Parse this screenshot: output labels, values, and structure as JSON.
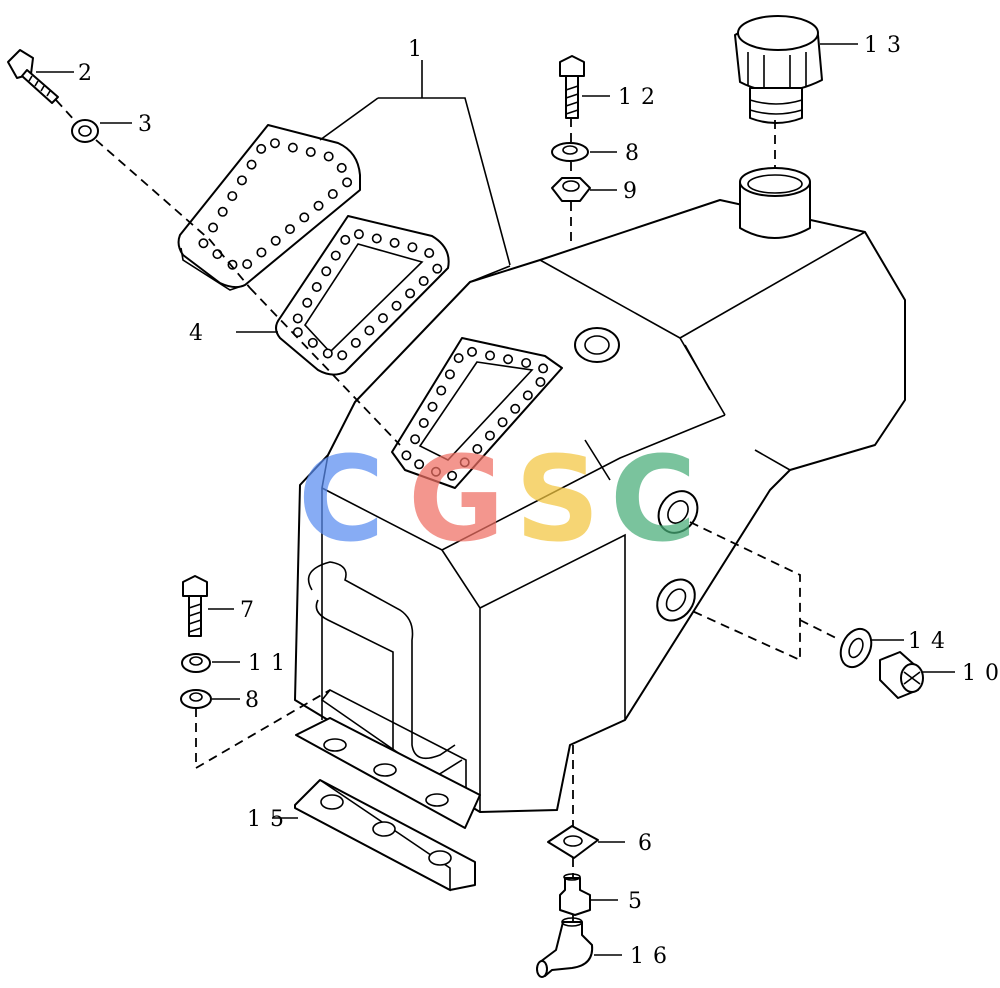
{
  "watermark": {
    "letters": [
      {
        "text": "C",
        "color": "#5a8df0"
      },
      {
        "text": "G",
        "color": "#ef6f63"
      },
      {
        "text": "S",
        "color": "#f3c640"
      },
      {
        "text": "C",
        "color": "#47ad78"
      }
    ]
  },
  "callouts": {
    "c1": "1",
    "c2": "2",
    "c3": "3",
    "c4": "4",
    "c5": "5",
    "c6": "6",
    "c7": "7",
    "c8a": "8",
    "c8b": "8",
    "c9": "9",
    "c10": "10",
    "c11": "11",
    "c12": "12",
    "c13": "13",
    "c14": "14",
    "c15": "15",
    "c16": "16"
  }
}
